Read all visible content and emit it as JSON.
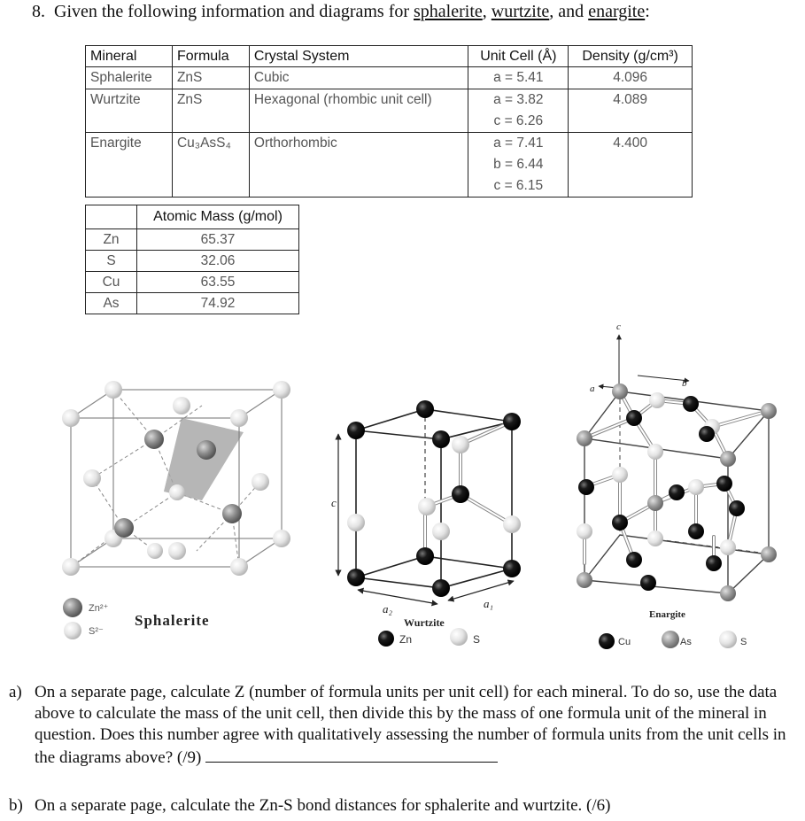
{
  "question_number": "8.",
  "header": {
    "prefix": "Given the following information and diagrams for ",
    "mineral1": "sphalerite",
    "sep1": ", ",
    "mineral2": "wurtzite",
    "sep2": ", and ",
    "mineral3": "enargite",
    "suffix": ":"
  },
  "mineral_table": {
    "headers": [
      "Mineral",
      "Formula",
      "Crystal System",
      "Unit Cell (Å)",
      "Density (g/cm³)"
    ],
    "rows": [
      {
        "mineral": "Sphalerite",
        "formula": "ZnS",
        "system": "Cubic",
        "cell": [
          "a = 5.41"
        ],
        "density": "4.096"
      },
      {
        "mineral": "Wurtzite",
        "formula": "ZnS",
        "system": "Hexagonal (rhombic unit cell)",
        "cell": [
          "a = 3.82",
          "c = 6.26"
        ],
        "density": "4.089"
      },
      {
        "mineral": "Enargite",
        "formula": "Cu₃AsS₄",
        "system": "Orthorhombic",
        "cell": [
          "a = 7.41",
          "b = 6.44",
          "c = 6.15"
        ],
        "density": "4.400"
      }
    ]
  },
  "mass_table": {
    "header": "Atomic Mass (g/mol)",
    "rows": [
      {
        "element": "Zn",
        "mass": "65.37"
      },
      {
        "element": "S",
        "mass": "32.06"
      },
      {
        "element": "Cu",
        "mass": "63.55"
      },
      {
        "element": "As",
        "mass": "74.92"
      }
    ]
  },
  "diagrams": {
    "sphalerite": {
      "caption": "Sphalerite",
      "legend_zn": "Zn²⁺",
      "legend_s": "S²⁻"
    },
    "wurtzite": {
      "caption": "Wurtzite",
      "axis_c": "c",
      "axis_a1": "a₁",
      "axis_a2": "a₂",
      "legend_zn": "Zn",
      "legend_s": "S"
    },
    "enargite": {
      "caption": "Enargite",
      "axis_a": "a",
      "axis_b": "b",
      "axis_c": "c",
      "legend_cu": "Cu",
      "legend_as": "As",
      "legend_s": "S"
    }
  },
  "questions": [
    {
      "letter": "a)",
      "text": "On a separate page, calculate Z (number of formula units per unit cell) for each mineral. To do so, use the data above to calculate the mass of the unit cell, then divide this by the mass of one formula unit of the mineral in question. Does this number agree with qualitatively assessing the number of formula units from the unit cells in the diagrams above? (/9)"
    },
    {
      "letter": "b)",
      "text": "On a separate page, calculate the Zn-S bond distances for sphalerite and wurtzite. (/6)"
    }
  ],
  "colors": {
    "zn_ball": "#8a8a8a",
    "s_ball": "#e6e6e6",
    "black_ball": "#111111",
    "as_ball": "#9a9a9a"
  }
}
